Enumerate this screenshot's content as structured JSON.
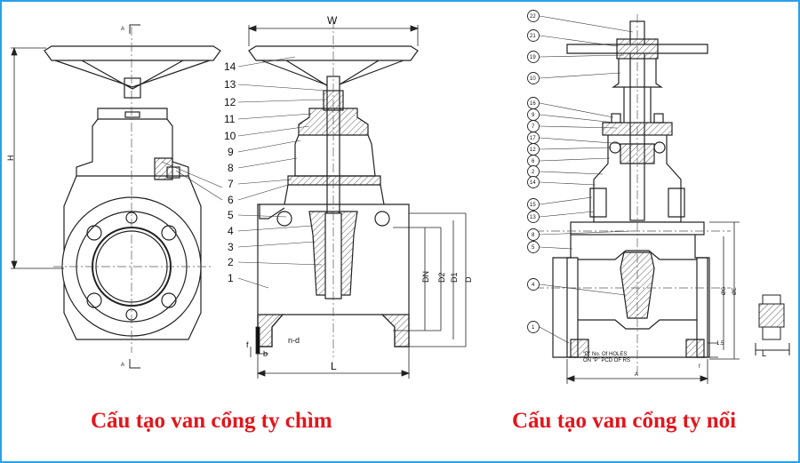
{
  "captions": {
    "left": "Cấu tạo van cổng ty chìm",
    "right": "Cấu tạo van cổng ty nổi"
  },
  "left_drawing": {
    "section_mark_top": "A",
    "section_mark_bottom": "A",
    "dim_height": "H",
    "part_numbers": [
      "14",
      "13",
      "12",
      "11",
      "10",
      "9",
      "8",
      "7",
      "6",
      "5",
      "4",
      "3",
      "2",
      "1"
    ],
    "dim_width": "W",
    "dims_right": [
      "DN",
      "D2",
      "D1",
      "D"
    ],
    "dim_length": "L",
    "dim_flange": "f",
    "dim_thickness": "b",
    "dim_holes": "n-d"
  },
  "right_drawing": {
    "part_numbers": [
      "22",
      "21",
      "19",
      "10",
      "16",
      "9",
      "7",
      "17",
      "12",
      "6",
      "2",
      "14",
      "15",
      "13",
      "8",
      "5",
      "4",
      "1"
    ],
    "dims_right": [
      "ØG",
      "ØE"
    ],
    "dim_length": "A",
    "dim_flange": "f",
    "dim_thickness": "1.5",
    "note_line1": "“D” No. Of HOLES",
    "note_line2": "ON “P” PCD OF RS",
    "side_dim": "L"
  },
  "colors": {
    "border": "#2aa0ea",
    "caption": "#e3161c",
    "line": "#222222"
  }
}
